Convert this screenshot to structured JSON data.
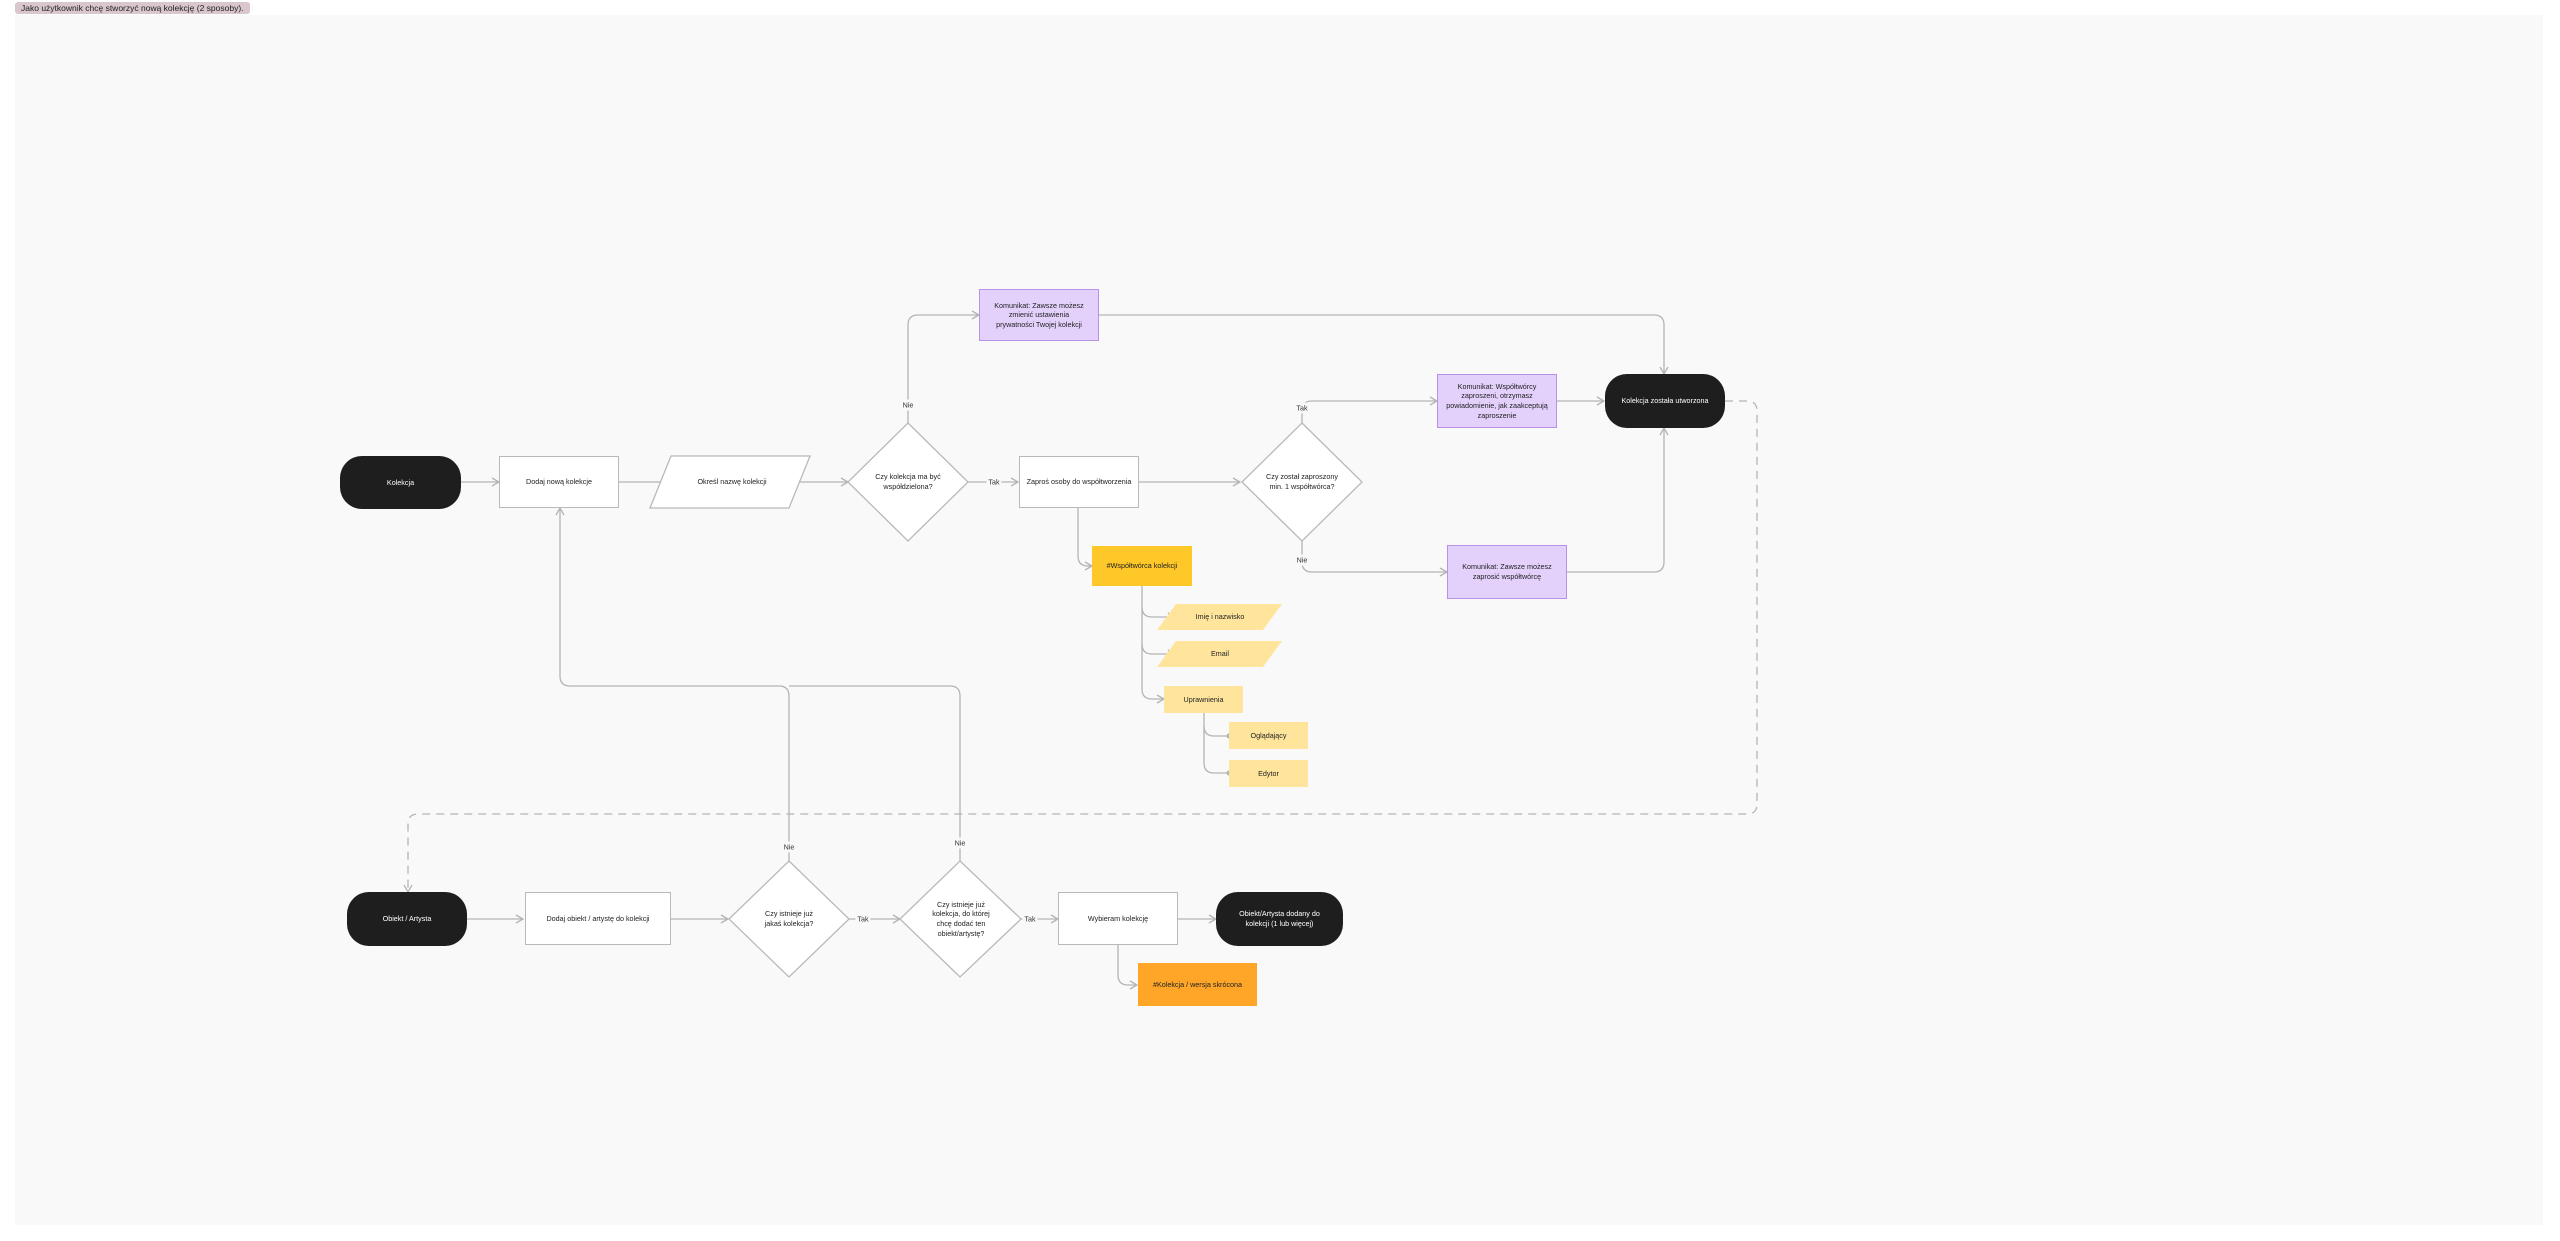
{
  "frame": {
    "title": "Jako użytkownik chcę stworzyć nową kolekcję (2 sposoby)."
  },
  "nodes": {
    "kolekcja": "Kolekcja",
    "dodaj_kolekcje": "Dodaj nową kolekcje",
    "okresl_nazwe": "Określ nazwę kolekcji",
    "czy_wspoldzielona": "Czy kolekcja ma być współdzielona?",
    "komunikat_prywatnosc": "Komunikat: Zawsze możesz zmienić ustawienia prywatności Twojej kolekcji",
    "zapros_osoby": "Zaproś osoby do współtworzenia",
    "czy_zaproszony": "Czy został zaproszony min. 1 współtwórca?",
    "komunikat_wspoltworcy": "Komunikat: Współtwórcy zaproszeni, otrzymasz powiadomienie, jak zaakceptują zaproszenie",
    "kolekcja_utworzona": "Kolekcja została utworzona",
    "komunikat_zawsze_zapros": "Komunikat: Zawsze możesz zaprosić współtwórcę",
    "wspoltworca": "#Współtwórca kolekcji",
    "imie_nazwisko": "Imię i nazwisko",
    "email": "Email",
    "uprawnienia": "Uprawnienia",
    "oglądajacy": "Oglądający",
    "edytor": "Edytor",
    "obiekt_artysta": "Obiekt / Artysta",
    "dodaj_obiekt": "Dodaj obiekt / artystę do kolekcji",
    "czy_istnieje": "Czy istnieje już jakaś kolekcja?",
    "czy_istnieje_ta": "Czy istnieje już kolekcja, do której chcę dodać ten obiekt/artystę?",
    "wybieram": "Wybieram kolekcję",
    "obiekt_dodany": "Obiekt/Artysta dodany do kolekcji (1 lub więcej)",
    "kolekcja_wersja": "#Kolekcja / wersja skrócona"
  },
  "edge_labels": {
    "nie_top": "Nie",
    "tak_1": "Tak",
    "tak_2": "Tak",
    "nie_2": "Nie",
    "nie_3": "Nie",
    "nie_4": "Nie",
    "tak_3": "Tak",
    "tak_4": "Tak"
  },
  "colors": {
    "terminal": "#1e1e1e",
    "purple_fill": "#e3d0fb",
    "purple_stroke": "#b892e6",
    "yellow_dark": "#ffc829",
    "yellow_light": "#ffe59c",
    "orange": "#ffa629",
    "connector": "#b4b4b4"
  }
}
